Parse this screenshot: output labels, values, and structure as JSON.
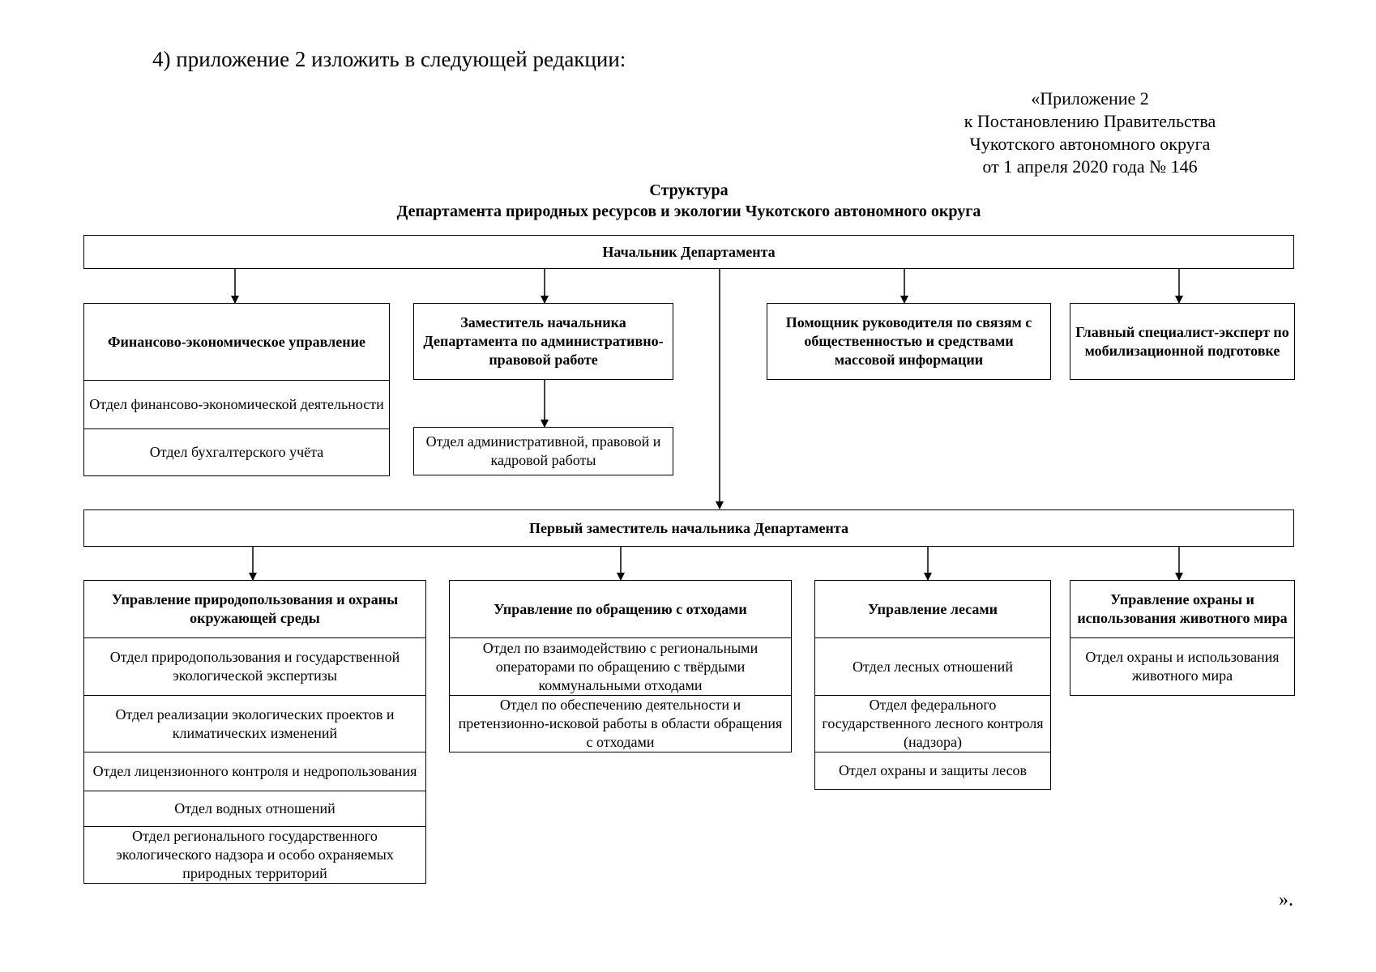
{
  "intro": "4) приложение 2 изложить в следующей редакции:",
  "appendix": [
    "«Приложение 2",
    "к Постановлению Правительства",
    "Чукотского автономного округа",
    "от 1 апреля 2020 года № 146"
  ],
  "title": {
    "line1": "Структура",
    "line2": "Департамента природных ресурсов и экологии Чукотского автономного округа"
  },
  "head": "Начальник Департамента",
  "finance": {
    "header": "Финансово-экономическое управление",
    "depts": [
      "Отдел финансово-экономической деятельности",
      "Отдел бухгалтерского учёта"
    ]
  },
  "deputy": {
    "header": "Заместитель начальника Департамента по административно-правовой работе",
    "dept": "Отдел административной, правовой и кадровой работы"
  },
  "assistant": "Помощник руководителя по связям с общественностью и средствами массовой информации",
  "chief_specialist": "Главный специалист-эксперт по мобилизационной подготовке",
  "first_deputy": "Первый заместитель начальника Департамента",
  "nature": {
    "header": "Управление природопользования и охраны окружающей среды",
    "depts": [
      "Отдел природопользования и государственной экологической экспертизы",
      "Отдел реализации экологических проектов и климатических изменений",
      "Отдел лицензионного контроля и недропользования",
      "Отдел водных отношений",
      "Отдел регионального государственного экологического надзора и особо охраняемых природных территорий"
    ]
  },
  "waste": {
    "header": "Управление по обращению с отходами",
    "depts": [
      "Отдел по взаимодействию с региональными операторами по обращению с твёрдыми коммунальными отходами",
      "Отдел по обеспечению деятельности и претензионно-исковой работы в области обращения с отходами"
    ]
  },
  "forest": {
    "header": "Управление лесами",
    "depts": [
      "Отдел лесных отношений",
      "Отдел федерального государственного лесного контроля (надзора)",
      "Отдел охраны и защиты лесов"
    ]
  },
  "wildlife": {
    "header": "Управление охраны и использования животного мира",
    "depts": [
      "Отдел охраны и использования животного мира"
    ]
  },
  "closing": "»."
}
